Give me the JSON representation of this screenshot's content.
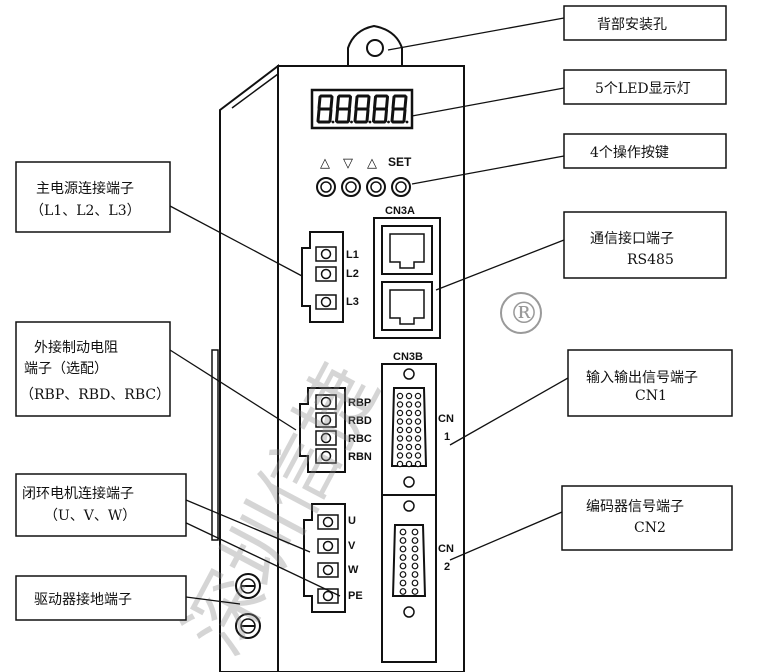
{
  "callouts": {
    "mount_hole": "背部安装孔",
    "led_display": "5个LED显示灯",
    "buttons": "4个操作按键",
    "comm_port": {
      "line1": "通信接口端子",
      "line2": "RS485"
    },
    "io_port": {
      "line1": "输入输出信号端子",
      "line2": "CN1"
    },
    "encoder_port": {
      "line1": "编码器信号端子",
      "line2": "CN2"
    },
    "main_power": {
      "line1": "主电源连接端子",
      "line2": "（L1、L2、L3）"
    },
    "brake_resistor": {
      "line1": "外接制动电阻",
      "line2": "端子（选配）",
      "line3": "（RBP、RBD、RBC）"
    },
    "motor": {
      "line1": "闭环电机连接端子",
      "line2": "（U、V、W）"
    },
    "ground": "驱动器接地端子"
  },
  "panel": {
    "button_symbols": [
      "△",
      "▽",
      "△"
    ],
    "set_label": "SET",
    "cn3a": "CN3A",
    "cn3b": "CN3B",
    "cn1": {
      "line1": "CN",
      "line2": "1"
    },
    "cn2": {
      "line1": "CN",
      "line2": "2"
    },
    "power_pins": [
      "L1",
      "L2",
      "L3"
    ],
    "brake_pins": [
      "RBP",
      "RBD",
      "RBC",
      "RBN"
    ],
    "motor_pins": [
      "U",
      "V",
      "W",
      "PE"
    ]
  },
  "trademark_symbol": "®",
  "watermark": "深圳信捷"
}
